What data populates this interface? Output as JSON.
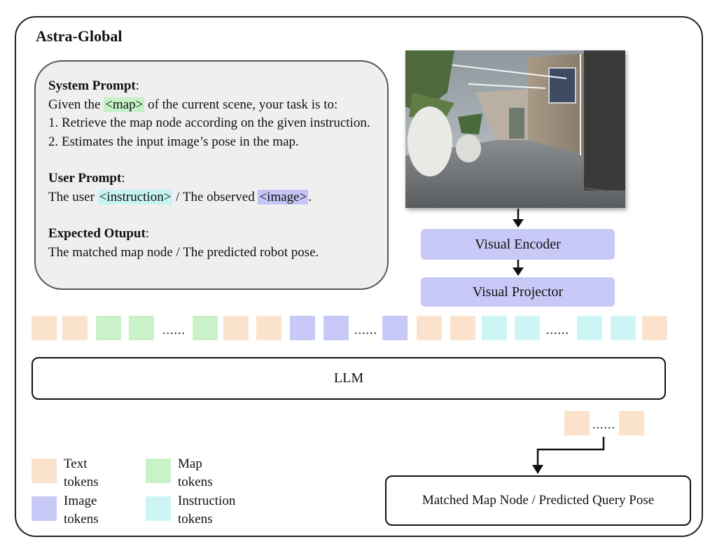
{
  "title": "Astra-Global",
  "prompt": {
    "system_heading": "System Prompt",
    "colon": ":",
    "system_line1_pre": "Given the ",
    "system_line1_map": "<map>",
    "system_line1_post": " of the current scene, your task is to:",
    "system_item1": "1. Retrieve the map node according on the given instruction.",
    "system_item2": "2. Estimates the input image’s pose in the map.",
    "user_heading": "User Prompt",
    "user_pre": "The user ",
    "user_instruction": "<instruction>",
    "user_mid": " / The observed ",
    "user_image": "<image>",
    "user_post": ".",
    "output_heading": "Expected Otuput",
    "output_text": "The matched map node / The predicted robot pose."
  },
  "modules": {
    "visual_encoder": "Visual Encoder",
    "visual_projector": "Visual Projector",
    "llm": "LLM",
    "output": "Matched Map Node / Predicted Query Pose"
  },
  "ellipsis": "......",
  "legend": {
    "text": "Text tokens",
    "map": "Map tokens",
    "image": "Image tokens",
    "instruction": "Instruction tokens"
  },
  "colors": {
    "text_token": "#fbe2cc",
    "map_token": "#c9f2c9",
    "image_token": "#c9c9f7",
    "instruction_token": "#cdf5f5"
  }
}
